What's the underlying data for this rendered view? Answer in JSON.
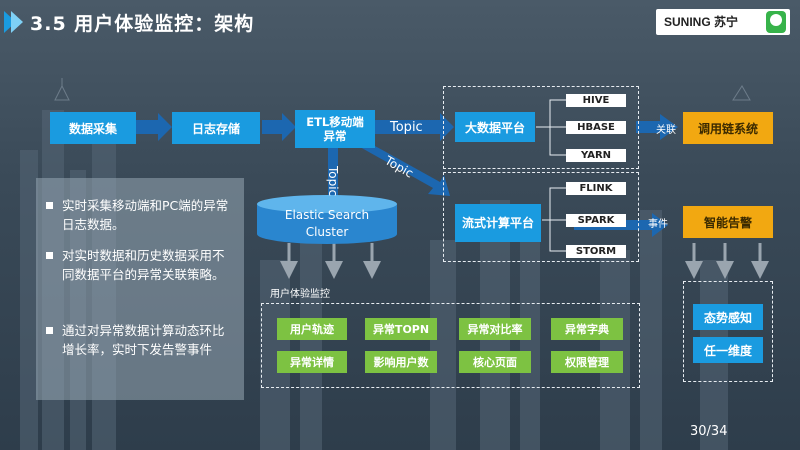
{
  "header": {
    "title": "3.5  用户体验监控：架构",
    "brand_text": "SUNING 苏宁",
    "brand_color": "#37b34a",
    "accent_color": "#1a9be0"
  },
  "pipeline": {
    "collect": "数据采集",
    "storage": "日志存储",
    "etl": "ETL移动端异常",
    "bigdata": "大数据平台",
    "streaming": "流式计算平台",
    "callchain": "调用链系统",
    "alert": "智能告警"
  },
  "bigdata_techs": [
    "HIVE",
    "HBASE",
    "YARN"
  ],
  "stream_techs": [
    "FLINK",
    "SPARK",
    "STORM"
  ],
  "labels": {
    "topic_right": "Topic",
    "topic_down": "Topic",
    "topic_diag": "Topic",
    "relation": "关联",
    "event": "事件",
    "ux_monitor": "用户体验监控"
  },
  "es": {
    "line1": "Elastic Search",
    "line2": "Cluster"
  },
  "monitor_items": [
    "用户轨迹",
    "异常TOPN",
    "异常对比率",
    "异常字典",
    "异常详情",
    "影响用户数",
    "核心页面",
    "权限管理"
  ],
  "alert_outputs": [
    "态势感知",
    "任一维度"
  ],
  "bullets": [
    "实时采集移动端和PC端的异常日志数据。",
    "对实时数据和历史数据采用不同数据平台的异常关联策略。",
    "通过对异常数据计算动态环比增长率，实时下发告警事件"
  ],
  "page": "30/34"
}
